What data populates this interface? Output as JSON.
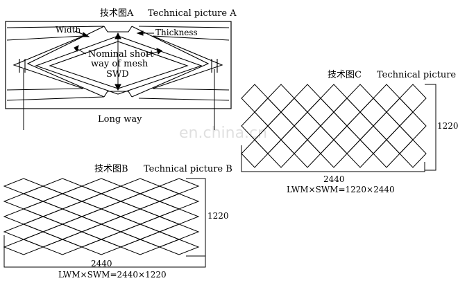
{
  "picture_a": {
    "cn_title": "技术图A",
    "en_title": "Technical picture A",
    "width": "Width",
    "thickness": "Thickness",
    "nominal_1": "Nominal short",
    "nominal_2": "way of mesh",
    "swd": "SWD",
    "long_way": "Long way"
  },
  "picture_b": {
    "cn_title": "技术图B",
    "en_title": "Technical picture B",
    "height": "1220",
    "width": "2440",
    "formula": "LWM×SWM=2440×1220"
  },
  "picture_c": {
    "cn_title": "技术图C",
    "en_title": "Technical picture C",
    "height": "1220",
    "width": "2440",
    "formula": "LWM×SWM=1220×2440"
  },
  "watermark": "en.china.cn"
}
